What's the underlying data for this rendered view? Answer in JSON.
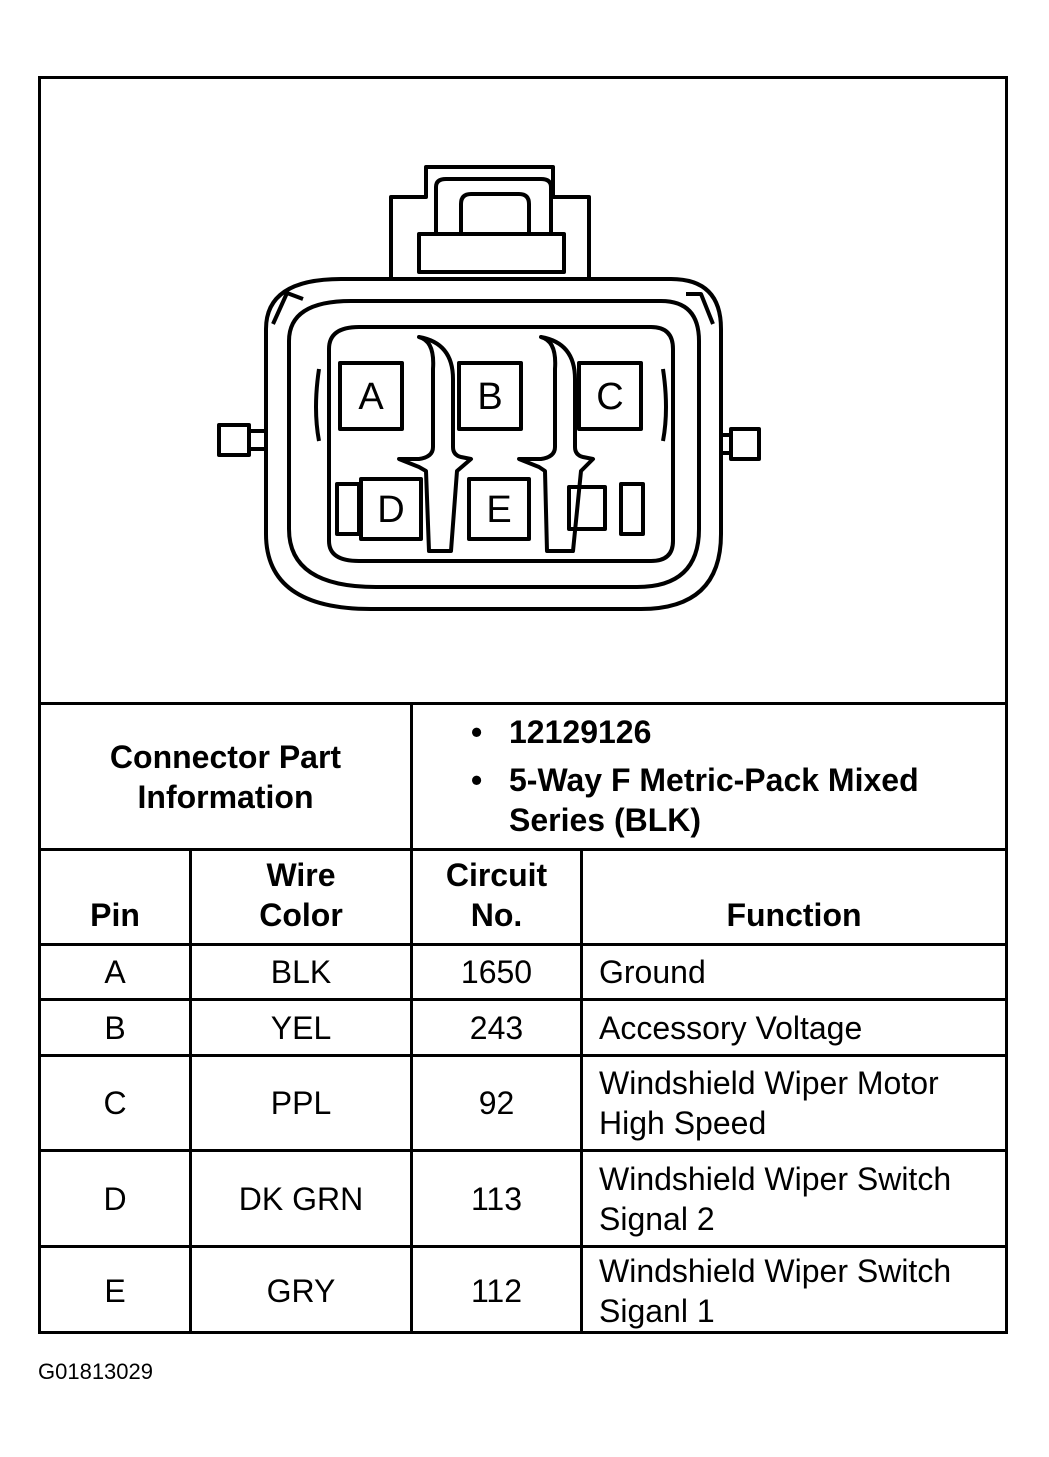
{
  "connector": {
    "pins": [
      "A",
      "B",
      "C",
      "D",
      "E"
    ]
  },
  "part_info": {
    "label": "Connector Part Information",
    "items": [
      "12129126",
      "5-Way F Metric-Pack Mixed Series (BLK)"
    ]
  },
  "table": {
    "headers": {
      "pin": "Pin",
      "wire_color": "Wire Color",
      "circuit_no": "Circuit No.",
      "function": "Function"
    },
    "rows": [
      {
        "pin": "A",
        "wire_color": "BLK",
        "circuit_no": "1650",
        "function": "Ground"
      },
      {
        "pin": "B",
        "wire_color": "YEL",
        "circuit_no": "243",
        "function": "Accessory Voltage"
      },
      {
        "pin": "C",
        "wire_color": "PPL",
        "circuit_no": "92",
        "function": "Windshield Wiper Motor High Speed"
      },
      {
        "pin": "D",
        "wire_color": "DK GRN",
        "circuit_no": "113",
        "function": "Windshield Wiper Switch Signal 2"
      },
      {
        "pin": "E",
        "wire_color": "GRY",
        "circuit_no": "112",
        "function": "Windshield Wiper Switch Siganl 1"
      }
    ]
  },
  "figure_code": "G01813029"
}
